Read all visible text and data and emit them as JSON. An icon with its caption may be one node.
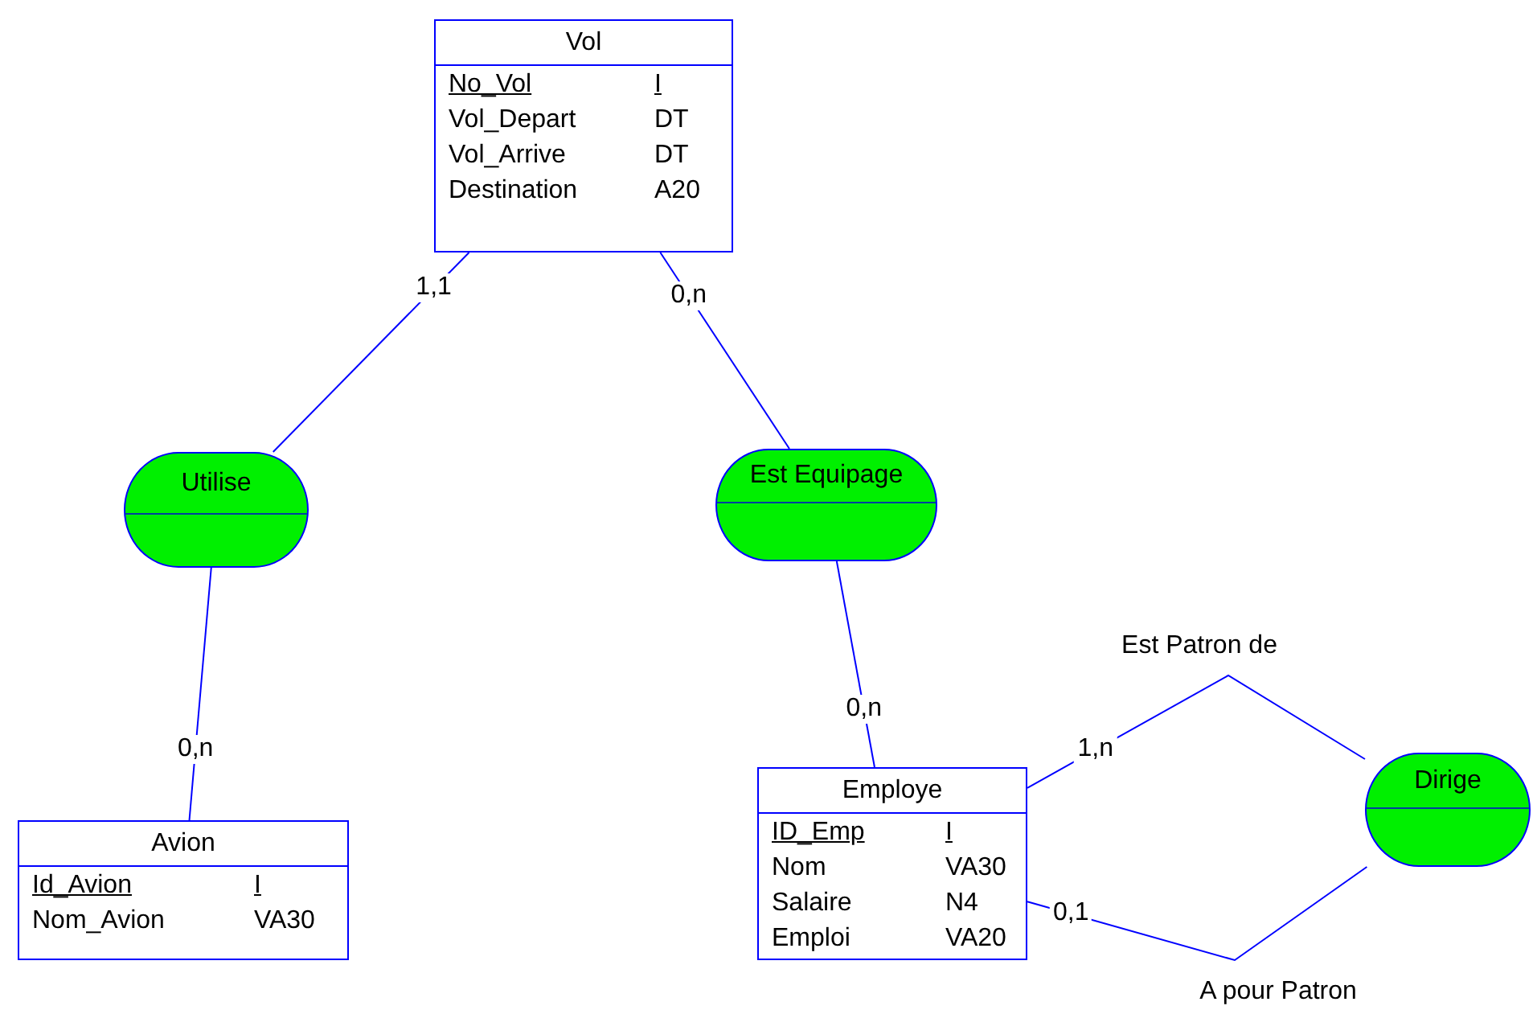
{
  "diagram": {
    "nodes": [
      {
        "text": [
          "Vol",
          "No_Vol",
          "I",
          "Vol_Depart",
          "DT",
          "Vol_Arrive",
          "DT",
          "Destination",
          "A20"
        ]
      },
      {
        "text": [
          "Utilise"
        ]
      },
      {
        "text": [
          "Est Equipage"
        ]
      },
      {
        "text": [
          "Avion",
          "Id_Avion",
          "I",
          "Nom_Avion",
          "VA30"
        ]
      },
      {
        "text": [
          "Employe",
          "ID_Emp",
          "I",
          "Nom",
          "VA30",
          "Salaire",
          "N4",
          "Emploi",
          "VA20"
        ]
      },
      {
        "text": [
          "Dirige"
        ]
      }
    ],
    "edges": [
      {
        "from": 0,
        "to": 1,
        "arrow": "none",
        "label": "1,1"
      },
      {
        "from": 0,
        "to": 2,
        "arrow": "none",
        "label": "0,n"
      },
      {
        "from": 1,
        "to": 3,
        "arrow": "none",
        "label": "0,n"
      },
      {
        "from": 2,
        "to": 4,
        "arrow": "none",
        "label": "0,n"
      },
      {
        "from": 4,
        "to": 5,
        "arrow": "none",
        "label": "1,n"
      },
      {
        "from": 4,
        "to": 5,
        "arrow": "none",
        "label": "0,1"
      }
    ],
    "labels": [
      "Est Patron de",
      "A pour Patron"
    ]
  }
}
